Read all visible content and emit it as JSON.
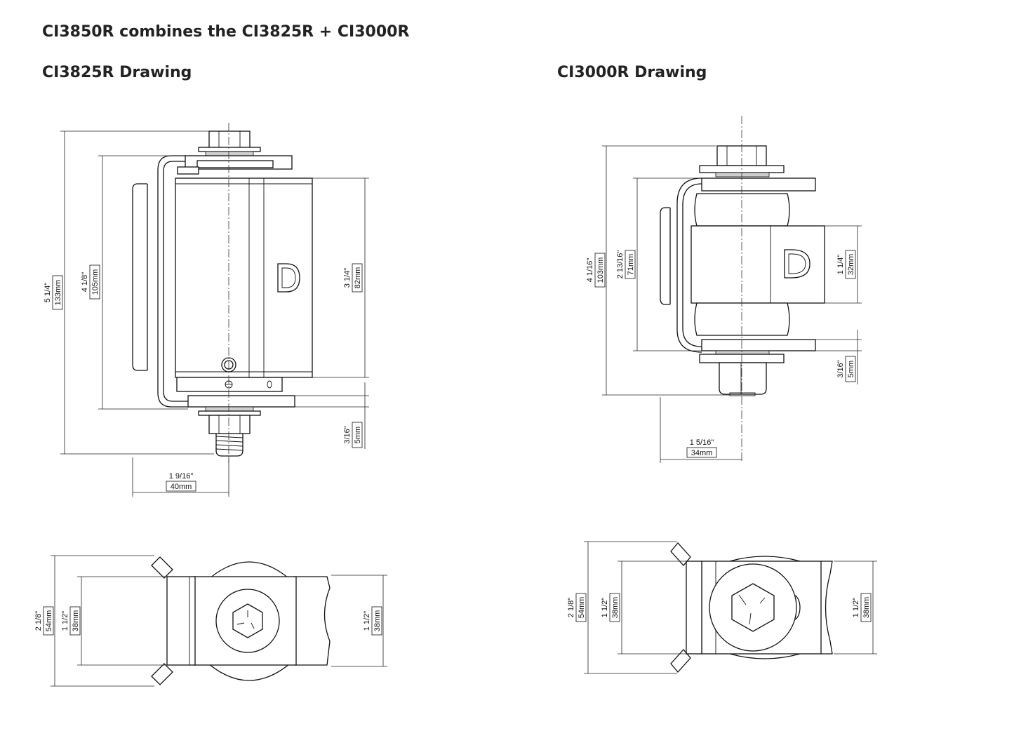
{
  "title": "CI3850R combines the CI3825R + CI3000R",
  "left_drawing": {
    "title": "CI3825R Drawing",
    "dimensions": {
      "overall_height": {
        "imperial": "5 1/4\"",
        "metric": "133mm"
      },
      "inner_height": {
        "imperial": "4 1/8\"",
        "metric": "105mm"
      },
      "barrel_height": {
        "imperial": "3 1/4\"",
        "metric": "82mm"
      },
      "gap": {
        "imperial": "3/16\"",
        "metric": "5mm"
      },
      "offset": {
        "imperial": "1 9/16\"",
        "metric": "40mm"
      },
      "bottom_overall": {
        "imperial": "2 1/8\"",
        "metric": "54mm"
      },
      "bottom_inner": {
        "imperial": "1 1/2\"",
        "metric": "38mm"
      },
      "bottom_right": {
        "imperial": "1 1/2\"",
        "metric": "38mm"
      }
    }
  },
  "right_drawing": {
    "title": "CI3000R Drawing",
    "dimensions": {
      "overall_height": {
        "imperial": "4 1/16\"",
        "metric": "103mm"
      },
      "inner_height": {
        "imperial": "2 13/16\"",
        "metric": "71mm"
      },
      "leaf_height": {
        "imperial": "1 1/4\"",
        "metric": "32mm"
      },
      "gap": {
        "imperial": "3/16\"",
        "metric": "5mm"
      },
      "offset": {
        "imperial": "1 5/16\"",
        "metric": "34mm"
      },
      "bottom_overall": {
        "imperial": "2 1/8\"",
        "metric": "54mm"
      },
      "bottom_inner": {
        "imperial": "1 1/2\"",
        "metric": "38mm"
      },
      "bottom_right": {
        "imperial": "1 1/2\"",
        "metric": "38mm"
      }
    }
  },
  "colors": {
    "line": "#111111",
    "text": "#222222",
    "background": "#ffffff"
  }
}
